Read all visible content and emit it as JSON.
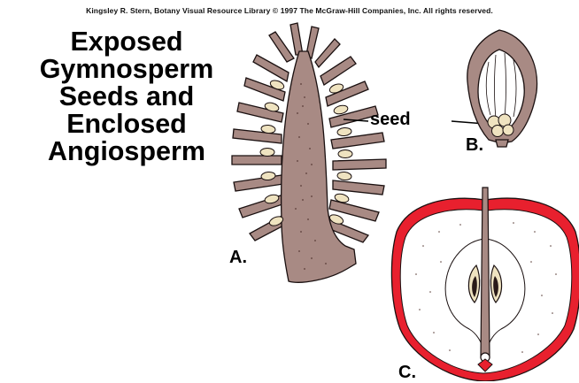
{
  "credit": "Kingsley R. Stern, Botany Visual Resource Library © 1997 The McGraw-Hill Companies, Inc. All rights reserved.",
  "title_lines": [
    "Exposed",
    "Gymnosperm",
    "Seeds and",
    "Enclosed",
    "Angiosperm"
  ],
  "labels": {
    "seed": "seed",
    "a": "A.",
    "b": "B.",
    "c": "C."
  },
  "colors": {
    "cone_fill": "#a88a84",
    "seed_fill": "#efe3c0",
    "apple_skin": "#e8202e",
    "stipple": "#5a3d38"
  }
}
